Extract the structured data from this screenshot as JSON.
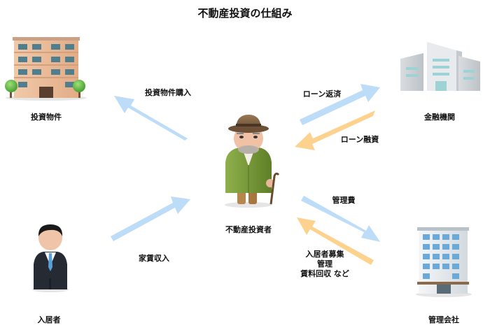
{
  "title": "不動産投資の仕組み",
  "nodes": {
    "property": {
      "label": "投資物件",
      "icon": "apartment-building-icon"
    },
    "bank": {
      "label": "金融機関",
      "icon": "bank-buildings-icon"
    },
    "investor": {
      "label": "不動産投資者",
      "icon": "elderly-man-with-cane-icon"
    },
    "tenant": {
      "label": "入居者",
      "icon": "businessman-icon"
    },
    "manager": {
      "label": "管理会社",
      "icon": "office-building-icon"
    }
  },
  "flows": {
    "purchase": "投資物件購入",
    "loan_repayment": "ローン返済",
    "loan_financing": "ローン融資",
    "rent_income": "家賃収入",
    "management_fee": "管理費",
    "services": [
      "入居者募集",
      "管理",
      "賃料回収 など"
    ]
  },
  "colors": {
    "blue_arrow": "#bcdcf7",
    "orange_arrow": "#fdd28f"
  }
}
